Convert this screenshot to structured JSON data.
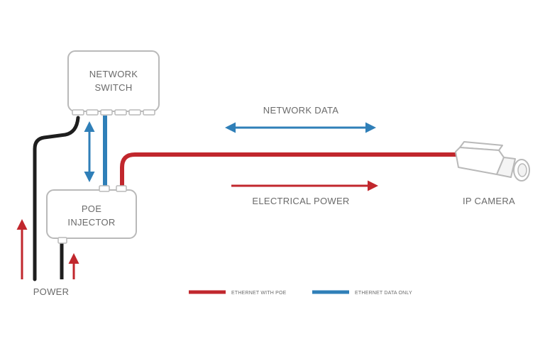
{
  "devices": {
    "switch_line1": "NETWORK",
    "switch_line2": "SWITCH",
    "injector_line1": "POE",
    "injector_line2": "INJECTOR",
    "camera": "IP CAMERA"
  },
  "flows": {
    "network_data": "NETWORK DATA",
    "electrical_power": "ELECTRICAL POWER",
    "power": "POWER"
  },
  "legend": {
    "poe_label": "ETHERNET WITH POE",
    "data_label": "ETHERNET DATA ONLY",
    "poe_color": "#c1272d",
    "data_color": "#2f7fb8"
  },
  "colors": {
    "power_cable": "#1e1e1e",
    "device_outline": "#b9b9b9",
    "text": "#6a6a6a"
  }
}
